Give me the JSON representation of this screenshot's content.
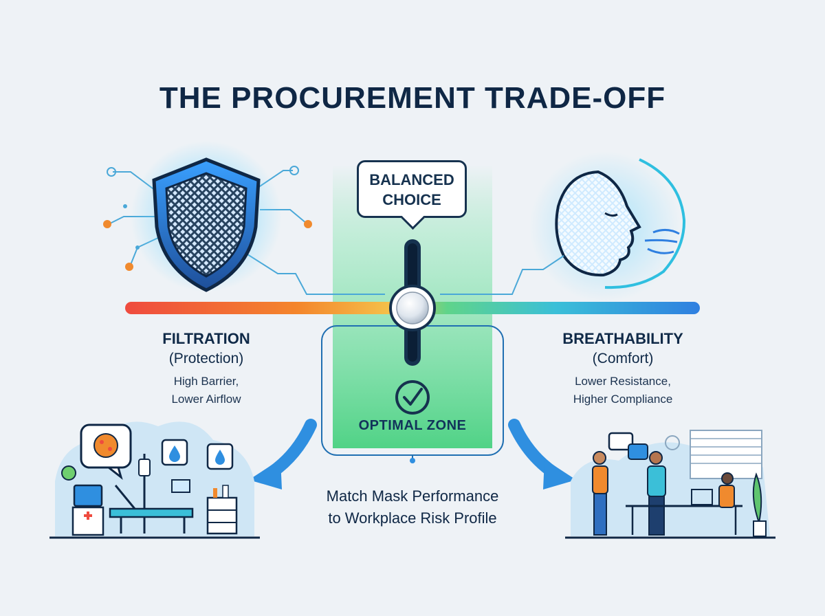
{
  "title": "THE PROCUREMENT TRADE-OFF",
  "callout": {
    "line1": "BALANCED",
    "line2": "CHOICE"
  },
  "left": {
    "title": "FILTRATION",
    "subtitle": "(Protection)",
    "desc_line1": "High Barrier,",
    "desc_line2": "Lower Airflow"
  },
  "right": {
    "title": "BREATHABILITY",
    "subtitle": "(Comfort)",
    "desc_line1": "Lower Resistance,",
    "desc_line2": "Higher Compliance"
  },
  "center": {
    "zone_label": "OPTIMAL ZONE"
  },
  "footer": {
    "line1": "Match Mask Performance",
    "line2": "to Workplace Risk Profile"
  },
  "colors": {
    "navy": "#0f2745",
    "accent_blue": "#2f8fe0",
    "accent_green": "#4fd98a",
    "accent_orange": "#f08a2e",
    "accent_red": "#ef4b3f",
    "background": "#eef2f6"
  },
  "icons": {
    "left": "shield-mesh-icon",
    "right": "face-breath-icon",
    "slider": "slider-knob-icon",
    "zone": "check-circle-icon",
    "scene_left": "hospital-scene",
    "scene_right": "office-scene"
  }
}
